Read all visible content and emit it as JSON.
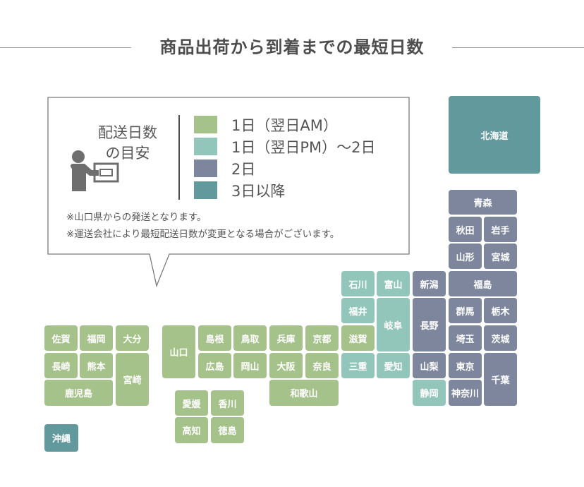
{
  "title": "商品出荷から到着までの最短日数",
  "legend": {
    "heading_line1": "配送日数",
    "heading_line2": "の目安",
    "items": [
      {
        "label": "1日（翌日AM）",
        "color": "#a5c28a"
      },
      {
        "label": "1日（翌日PM）〜2日",
        "color": "#92c6ba"
      },
      {
        "label": "2日",
        "color": "#7d869c"
      },
      {
        "label": "3日以降",
        "color": "#62999c"
      }
    ],
    "notes": [
      "※山口県からの発送となります。",
      "※運送会社により最短配送日数が変更となる場合がございます。"
    ]
  },
  "prefectures": {
    "hokkaido": "北海道",
    "aomori": "青森",
    "akita": "秋田",
    "iwate": "岩手",
    "yamagata": "山形",
    "miyagi": "宮城",
    "fukushima": "福島",
    "niigata": "新潟",
    "ishikawa": "石川",
    "toyama": "富山",
    "fukui": "福井",
    "gifu": "岐阜",
    "nagano": "長野",
    "gunma": "群馬",
    "tochigi": "栃木",
    "saitama": "埼玉",
    "ibaraki": "茨城",
    "shiga": "滋賀",
    "mie": "三重",
    "aichi": "愛知",
    "yamanashi": "山梨",
    "tokyo": "東京",
    "chiba": "千葉",
    "shizuoka": "静岡",
    "kanagawa": "神奈川",
    "yamaguchi": "山口",
    "shimane": "島根",
    "tottori": "鳥取",
    "hyogo": "兵庫",
    "kyoto": "京都",
    "hiroshima": "広島",
    "okayama": "岡山",
    "osaka": "大阪",
    "nara": "奈良",
    "wakayama": "和歌山",
    "saga": "佐賀",
    "fukuoka": "福岡",
    "oita": "大分",
    "nagasaki": "長崎",
    "kumamoto": "熊本",
    "miyazaki": "宮崎",
    "kagoshima": "鹿児島",
    "ehime": "愛媛",
    "kagawa": "香川",
    "kochi": "高知",
    "tokushima": "徳島",
    "okinawa": "沖縄"
  }
}
